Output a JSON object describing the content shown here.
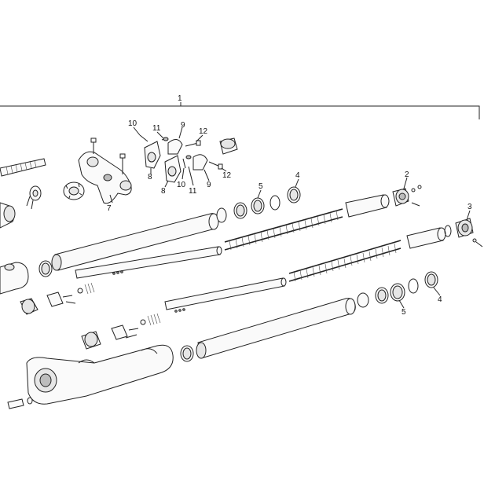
{
  "callouts": {
    "c1": "1",
    "c2": "2",
    "c3": "3",
    "c4a": "4",
    "c4b": "4",
    "c5a": "5",
    "c5b": "5",
    "c7": "7",
    "c8a": "8",
    "c8b": "8",
    "c9a": "9",
    "c9b": "9",
    "c10a": "10",
    "c10b": "10",
    "c11a": "11",
    "c11b": "11",
    "c12a": "12",
    "c12b": "12"
  }
}
